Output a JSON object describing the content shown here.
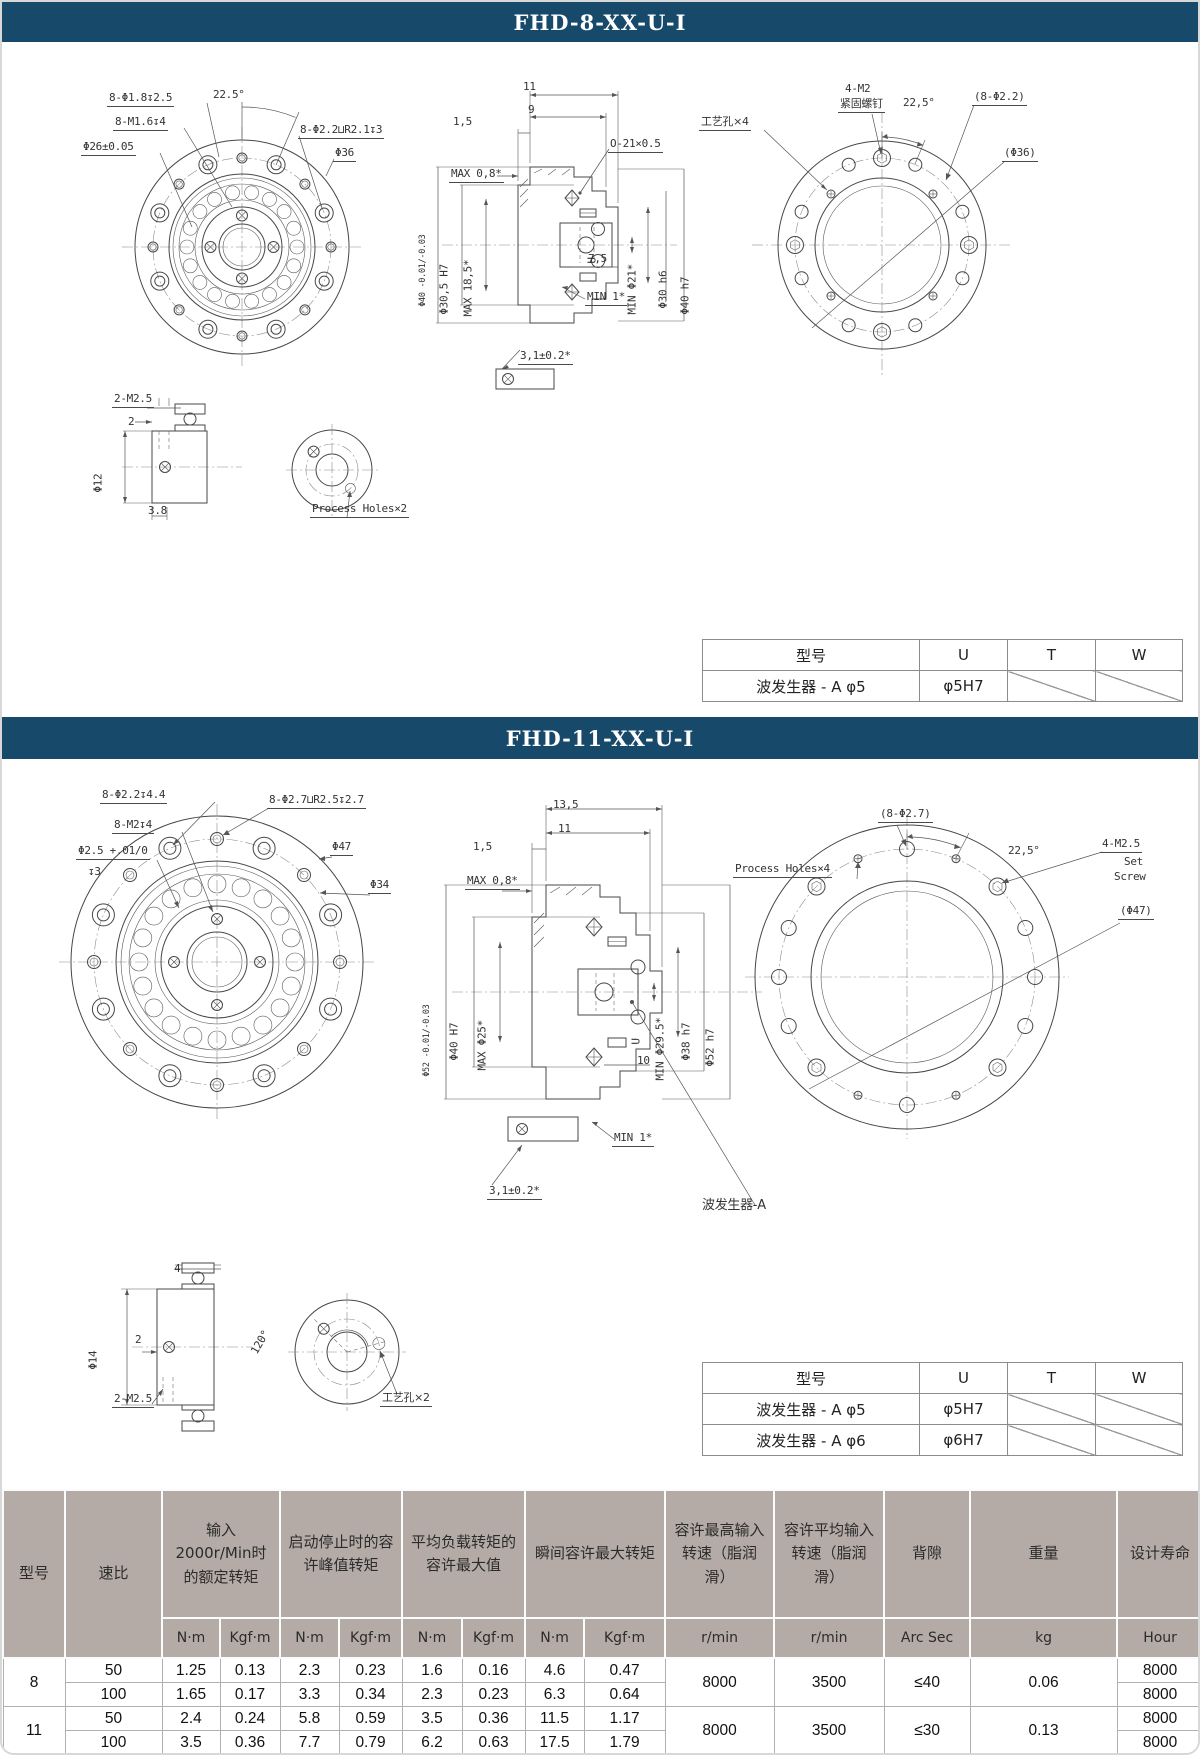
{
  "titles": {
    "s1": "FHD-8-XX-U-I",
    "s2": "FHD-11-XX-U-I"
  },
  "colors": {
    "accent": "#17496b",
    "table_header_bg": "#b4aba6"
  },
  "s1": {
    "front": {
      "l1": "8-Φ1.8↧2.5",
      "l2": "22.5°",
      "l3": "8-M1.6↧4",
      "l4": "Φ26±0.05",
      "l5": "8-Φ2.2⊔R2.1↧3",
      "l6": "Φ36"
    },
    "sec": {
      "d1": "11",
      "d2": "9",
      "d3": "1,5",
      "d4": "MAX 0,8*",
      "d5": "O-21×0.5",
      "d6": "Φ40 -0.01/-0.03",
      "d7": "Φ30,5 H7",
      "d8": "MAX 18,5*",
      "d9": "U",
      "d10": "7,5",
      "d11": "MIN Φ21*",
      "d12": "Φ30 h6",
      "d13": "Φ40 h7",
      "d14": "MIN 1*",
      "d15": "3,1±0.2*"
    },
    "rear": {
      "l1": "工艺孔×4",
      "l2": "4-M2",
      "l3": "紧固螺钉",
      "l4": "22,5°",
      "l5": "(8-Φ2.2)",
      "l6": "(Φ36)"
    },
    "detail": {
      "l1": "2-M2.5",
      "l2": "2",
      "l3": "Φ12",
      "l4": "3.8",
      "l5": "Process Holes×2"
    },
    "table": {
      "h": [
        "型号",
        "U",
        "T",
        "W"
      ],
      "rows": [
        {
          "name": "波发生器 - A φ5",
          "u": "φ5H7"
        }
      ]
    }
  },
  "s2": {
    "front": {
      "l1": "8-Φ2.2↧4.4",
      "l2": "8-Φ2.7⊔R2.5↧2.7",
      "l3": "8-M2↧4",
      "l4": "Φ2.5 +.01/0",
      "l5": "↧3",
      "l6": "Φ47",
      "l7": "Φ34"
    },
    "sec": {
      "d1": "13,5",
      "d2": "11",
      "d3": "1,5",
      "d4": "MAX 0,8*",
      "d5": "Φ52 -0.01/-0.03",
      "d6": "Φ40 H7",
      "d7": "MAX Φ25*",
      "d8": "U",
      "d9": "MIN Φ29.5*",
      "d10": "10",
      "d11": "Φ38 h7",
      "d12": "Φ52 h7",
      "d13": "MIN 1*",
      "d14": "3,1±0.2*",
      "d15": "波发生器-A"
    },
    "rear": {
      "l1": "Process Holes×4",
      "l2": "(8-Φ2.7)",
      "l3": "22,5°",
      "l4": "4-M2.5",
      "l5": "Set",
      "l6": "Screw",
      "l7": "(Φ47)"
    },
    "detail": {
      "l1": "4",
      "l2": "Φ14",
      "l3": "2",
      "l4": "2-M2.5",
      "l5": "120°",
      "l6": "工艺孔×2"
    },
    "table": {
      "h": [
        "型号",
        "U",
        "T",
        "W"
      ],
      "rows": [
        {
          "name": "波发生器 - A φ5",
          "u": "φ5H7"
        },
        {
          "name": "波发生器 - A φ6",
          "u": "φ6H7"
        }
      ]
    }
  },
  "spec": {
    "headers": {
      "model": "型号",
      "ratio": "速比",
      "g1": "输入2000r/Min时的额定转矩",
      "g2": "启动停止时的容许峰值转矩",
      "g3": "平均负载转矩的容许最大值",
      "g4": "瞬间容许最大转矩",
      "c5": "容许最高输入转速（脂润滑）",
      "c6": "容许平均输入转速（脂润滑）",
      "c7": "背隙",
      "c8": "重量",
      "c9": "设计寿命"
    },
    "units": {
      "nm": "N·m",
      "kgfm": "Kgf·m",
      "rmin": "r/min",
      "arc": "Arc Sec",
      "kg": "kg",
      "hour": "Hour"
    },
    "rows": [
      {
        "model": "8",
        "ratio": "50",
        "v": [
          "1.25",
          "0.13",
          "2.3",
          "0.23",
          "1.6",
          "0.16",
          "4.6",
          "0.47"
        ],
        "speed_max": "8000",
        "speed_avg": "3500",
        "backlash": "≤40",
        "weight": "0.06",
        "life": "8000"
      },
      {
        "ratio": "100",
        "v": [
          "1.65",
          "0.17",
          "3.3",
          "0.34",
          "2.3",
          "0.23",
          "6.3",
          "0.64"
        ],
        "life": "8000"
      },
      {
        "model": "11",
        "ratio": "50",
        "v": [
          "2.4",
          "0.24",
          "5.8",
          "0.59",
          "3.5",
          "0.36",
          "11.5",
          "1.17"
        ],
        "speed_max": "8000",
        "speed_avg": "3500",
        "backlash": "≤30",
        "weight": "0.13",
        "life": "8000"
      },
      {
        "ratio": "100",
        "v": [
          "3.5",
          "0.36",
          "7.7",
          "0.79",
          "6.2",
          "0.63",
          "17.5",
          "1.79"
        ],
        "life": "8000"
      }
    ]
  }
}
